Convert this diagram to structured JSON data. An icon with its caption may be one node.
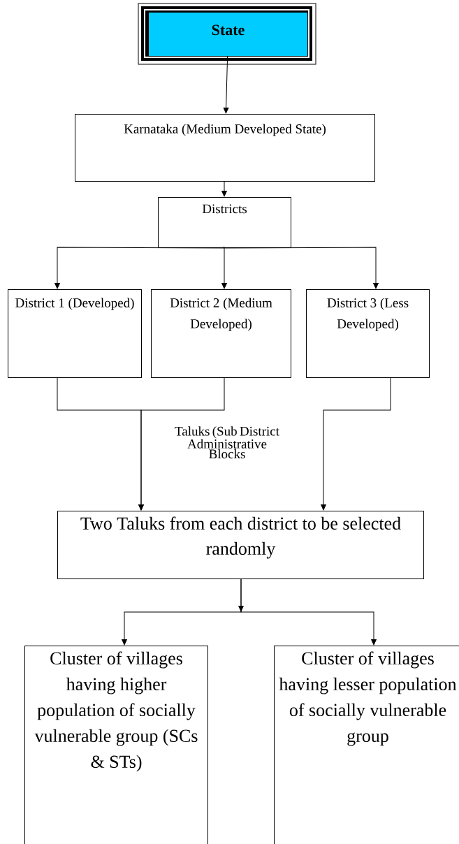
{
  "diagram": {
    "nodes": [
      {
        "text": [
          "State"
        ]
      },
      {
        "text": [
          "Karnataka (Medium Developed State)"
        ]
      },
      {
        "text": [
          "Districts"
        ]
      },
      {
        "text": [
          "District 1 (Developed)"
        ]
      },
      {
        "text": [
          "District 2 (Medium Developed)"
        ]
      },
      {
        "text": [
          "District 3 (Less Developed)"
        ]
      },
      {
        "text": [
          "Two Taluks from each district to be selected randomly"
        ]
      },
      {
        "text": [
          "Cluster of villages having higher population of socially vulnerable group (SCs & STs)"
        ]
      },
      {
        "text": [
          "Cluster of villages having lesser population of socially vulnerable group"
        ]
      }
    ],
    "edges": [
      {
        "from": 0,
        "to": 1,
        "arrow": "to"
      },
      {
        "from": 1,
        "to": 2,
        "arrow": "to"
      },
      {
        "from": 2,
        "to": 3,
        "arrow": "to"
      },
      {
        "from": 2,
        "to": 4,
        "arrow": "to"
      },
      {
        "from": 2,
        "to": 5,
        "arrow": "to"
      },
      {
        "from": 3,
        "to": 6,
        "arrow": "to"
      },
      {
        "from": 4,
        "to": 6,
        "arrow": "to"
      },
      {
        "from": 5,
        "to": 6,
        "arrow": "to"
      },
      {
        "from": 6,
        "to": 7,
        "arrow": "to"
      },
      {
        "from": 6,
        "to": 8,
        "arrow": "to"
      }
    ],
    "labels": [
      "Taluks (Sub District Administrative Blocks"
    ]
  }
}
